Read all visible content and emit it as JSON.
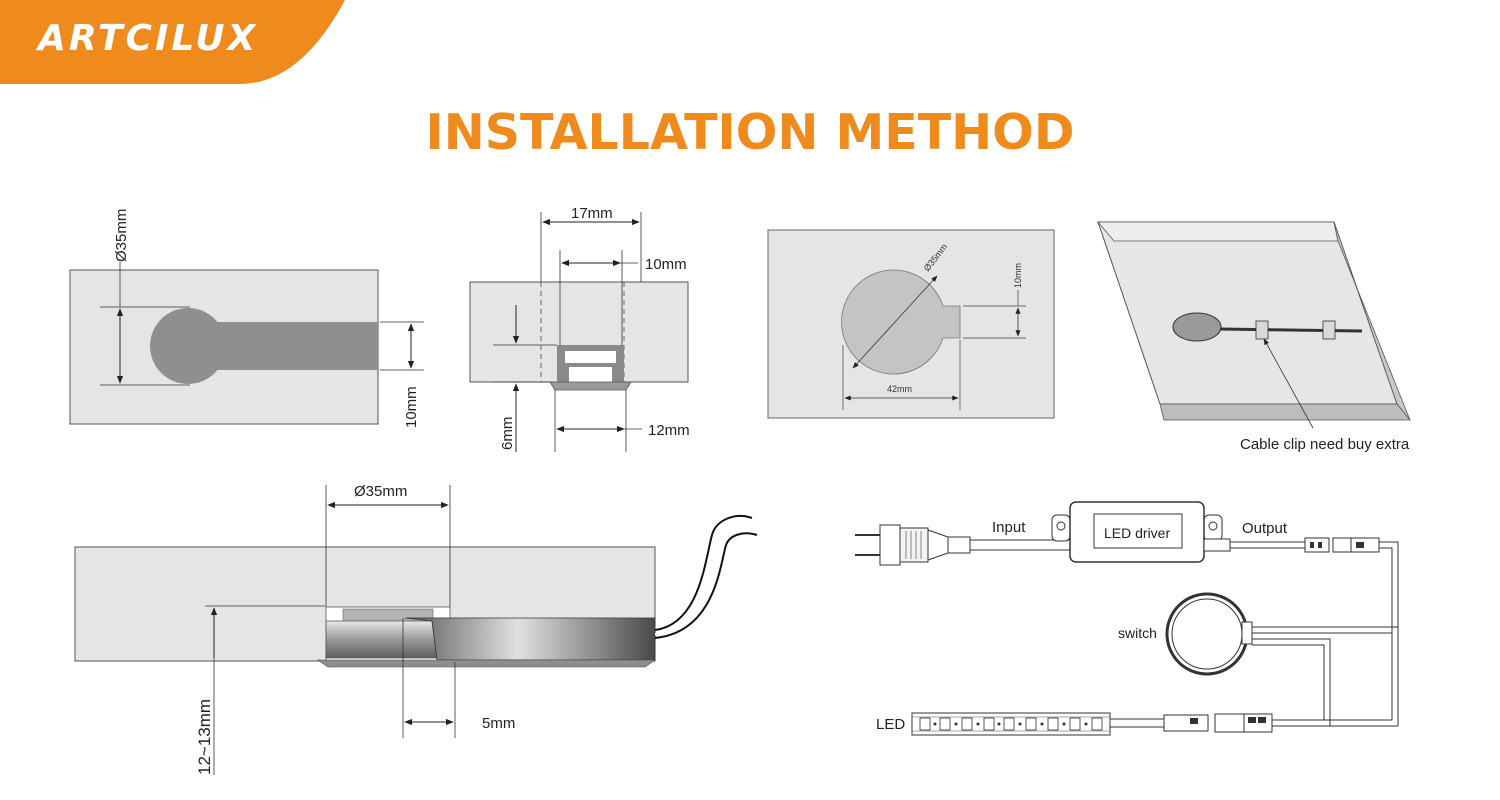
{
  "brand": {
    "name": "ARTCILUX",
    "color": "#ef8a1d"
  },
  "title": "INSTALLATION METHOD",
  "diagram1": {
    "diameter": "Ø35mm",
    "groove_depth": "10mm"
  },
  "diagram2": {
    "outer_width": "17mm",
    "inner_width": "10mm",
    "depth": "6mm",
    "bottom_width": "12mm"
  },
  "diagram3": {
    "diameter": "Ø35mm",
    "tab_height": "10mm",
    "width": "42mm"
  },
  "diagram4": {
    "caption": "Cable clip need buy extra"
  },
  "diagram5": {
    "diameter": "Ø35mm",
    "recess_depth": "12~13mm",
    "offset": "5mm"
  },
  "wiring": {
    "input": "Input",
    "output": "Output",
    "driver": "LED driver",
    "switch": "switch",
    "led": "LED"
  }
}
